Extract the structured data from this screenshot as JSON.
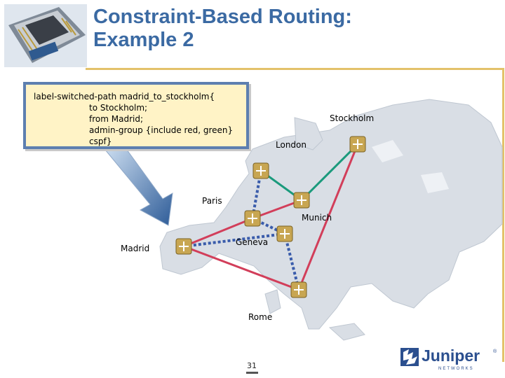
{
  "title": {
    "line1": "Constraint-Based Routing:",
    "line2": "Example 2"
  },
  "config": {
    "line1": "label-switched-path  madrid_to_stockholm{",
    "line2": "to Stockholm;",
    "line3": "from Madrid;",
    "line4": "admin-group {include red, green}",
    "line5": "cspf}"
  },
  "cities": {
    "stockholm": "Stockholm",
    "london": "London",
    "paris": "Paris",
    "munich": "Munich",
    "madrid": "Madrid",
    "geneva": "Geneva",
    "rome": "Rome"
  },
  "page_number": "31",
  "logo": {
    "brand": "Juniper",
    "sub": "NETWORKS"
  },
  "colors": {
    "title": "#3b6aa3",
    "red_link": "#d23e5a",
    "green_link": "#1a9a7c",
    "blue_dotted": "#3a5cab",
    "box_fill": "#fff3c6",
    "accent_line": "#e3c26a"
  }
}
